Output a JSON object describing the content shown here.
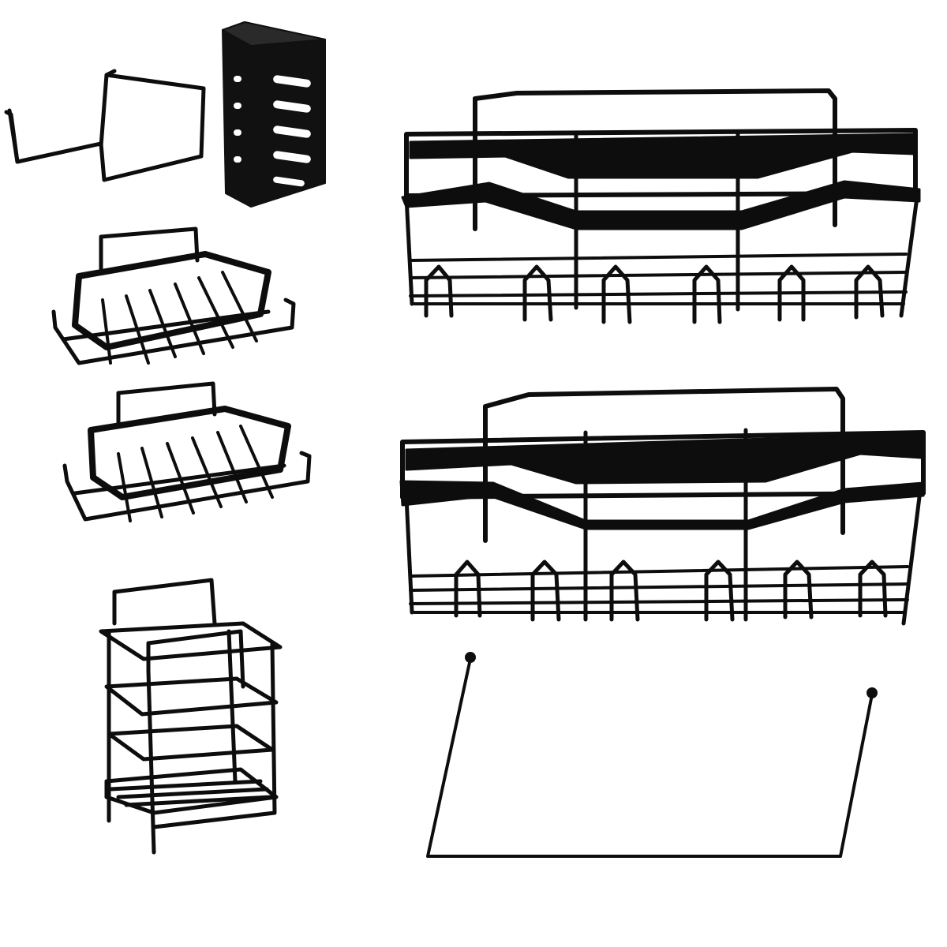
{
  "photo": {
    "background_color": "#ffffff",
    "product_color": "#0d0d0d",
    "items": [
      {
        "kind": "wall-bracket"
      },
      {
        "kind": "utensil-cup-holder"
      },
      {
        "kind": "soap-dish"
      },
      {
        "kind": "soap-dish"
      },
      {
        "kind": "small-wire-rack"
      },
      {
        "kind": "large-wire-basket"
      },
      {
        "kind": "large-wire-basket"
      },
      {
        "kind": "towel-bar"
      }
    ]
  }
}
